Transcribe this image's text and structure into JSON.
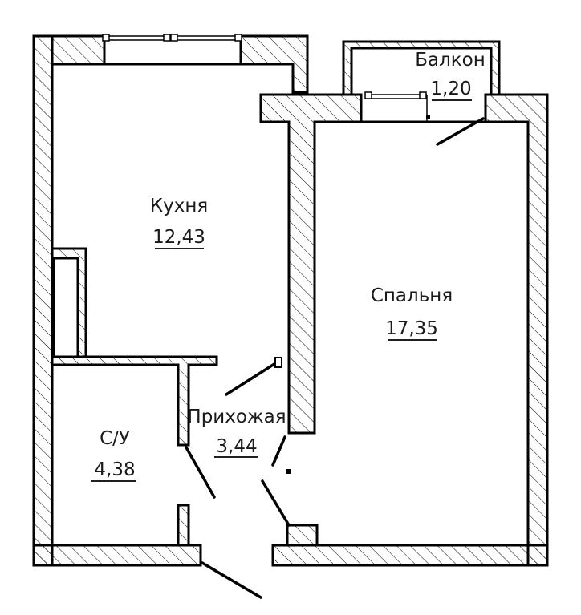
{
  "rooms": [
    {
      "id": "kitchen",
      "name": "Кухня",
      "area": "12,43"
    },
    {
      "id": "bedroom",
      "name": "Спальня",
      "area": "17,35"
    },
    {
      "id": "balcony",
      "name": "Балкон",
      "area": "1,20"
    },
    {
      "id": "hallway",
      "name": "Прихожая",
      "area": "3,44"
    },
    {
      "id": "bathroom",
      "name": "С/У",
      "area": "4,38"
    }
  ],
  "colors": {
    "line": "#000000",
    "background": "#ffffff",
    "text": "#1a1a1a"
  }
}
